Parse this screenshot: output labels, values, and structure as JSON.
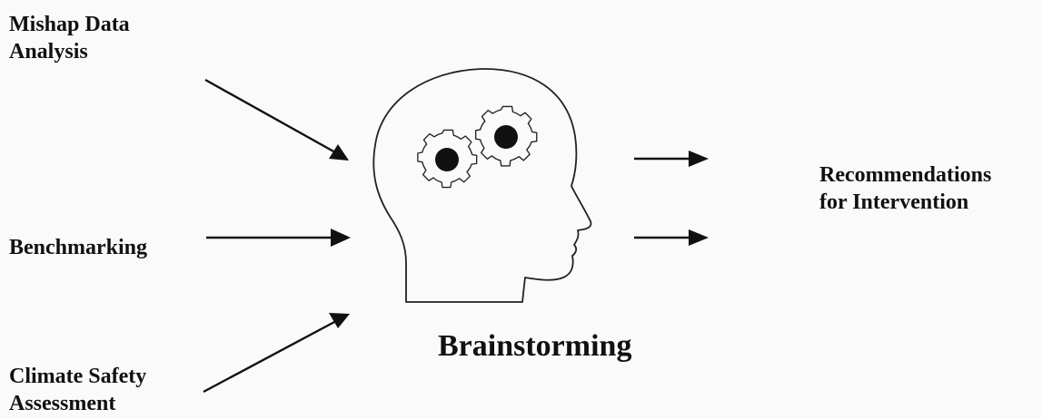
{
  "inputs": {
    "mishap": {
      "line1": "Mishap Data",
      "line2": "Analysis"
    },
    "benchmarking": {
      "line1": "Benchmarking"
    },
    "climate": {
      "line1": "Climate Safety",
      "line2": "Assessment"
    }
  },
  "process": {
    "label": "Brainstorming",
    "icon": "head-with-gears-icon"
  },
  "output": {
    "line1": "Recommendations",
    "line2": "for Intervention"
  }
}
